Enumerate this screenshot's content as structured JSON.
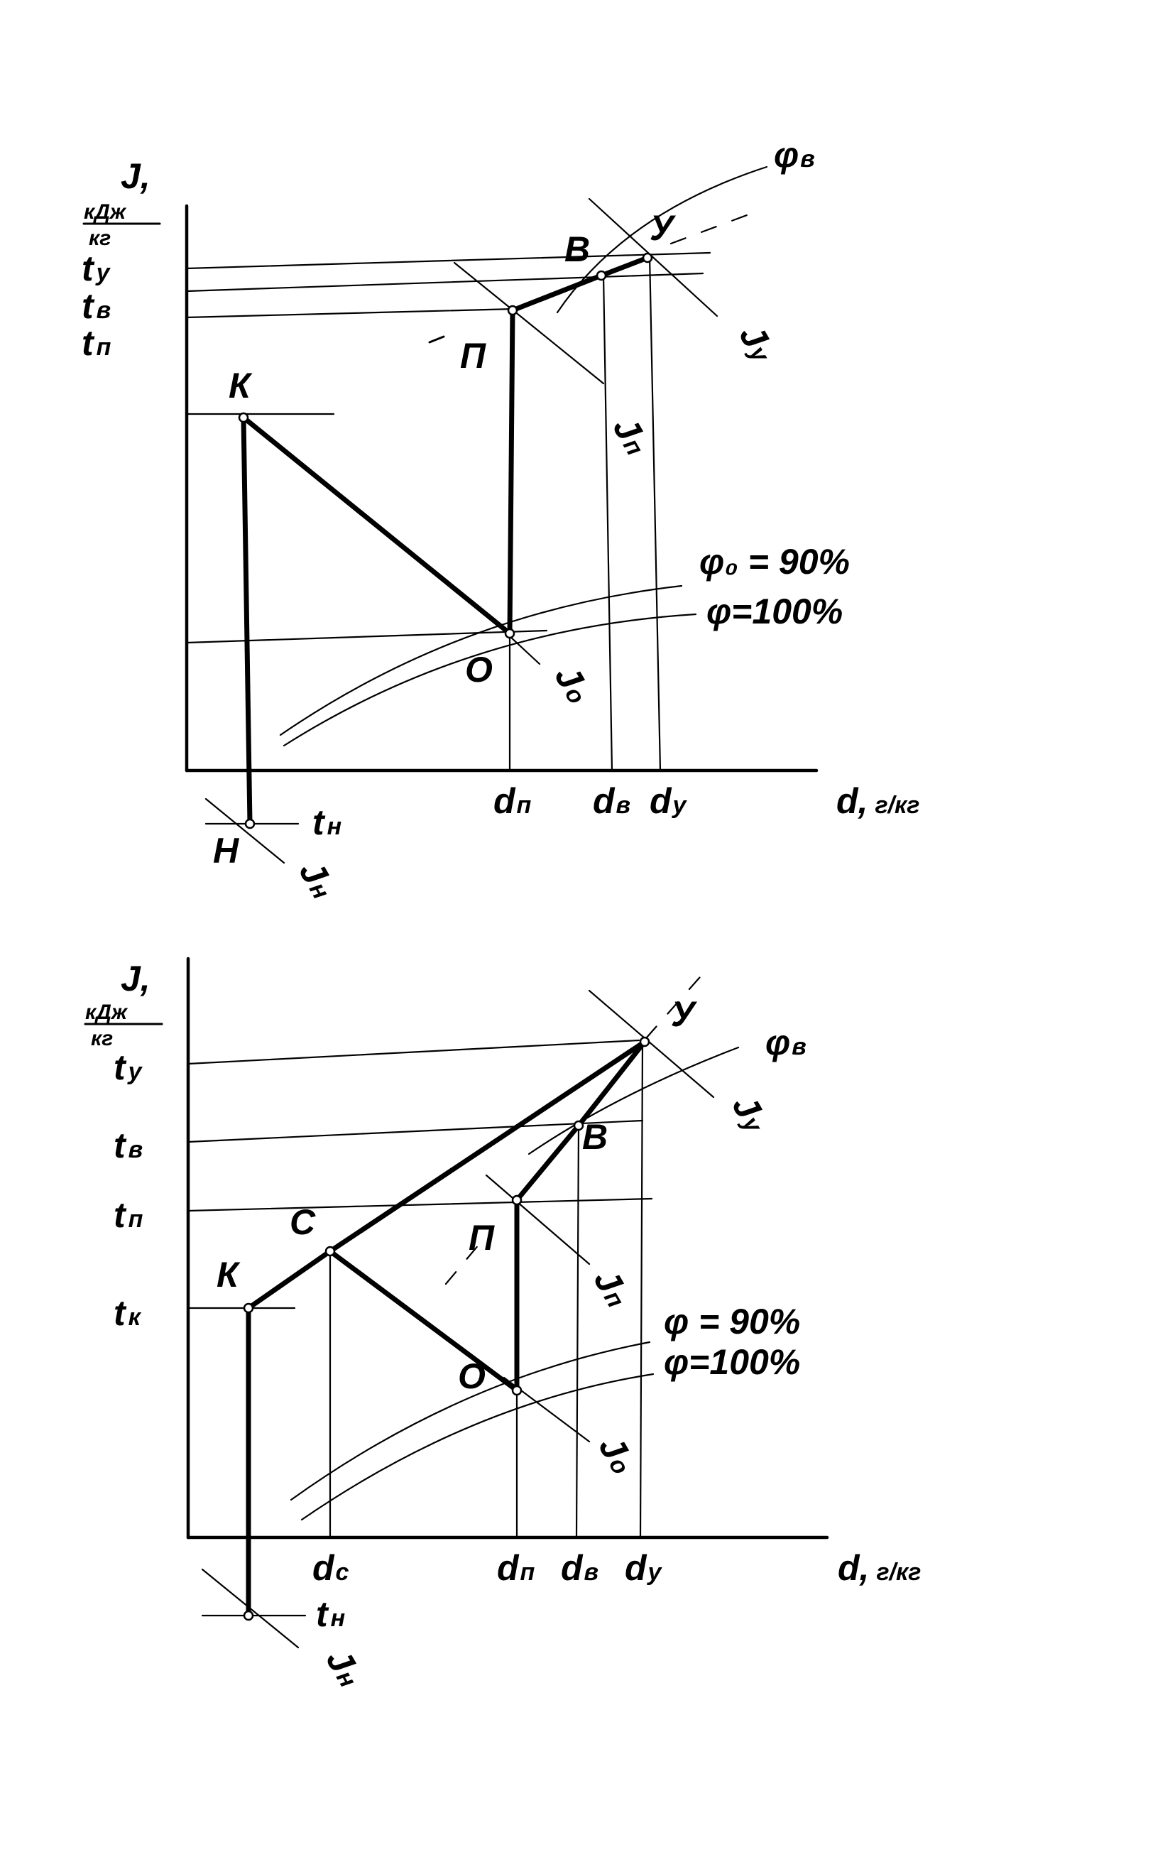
{
  "diagram1": {
    "y_axis": {
      "symbol": "J,",
      "unit_num": "кДж",
      "unit_den": "кг"
    },
    "x_axis": {
      "symbol": "d,",
      "unit": "г/кг"
    },
    "t_labels": {
      "ty": {
        "t": "t",
        "s": "у"
      },
      "tv": {
        "t": "t",
        "s": "в"
      },
      "tp": {
        "t": "t",
        "s": "п"
      },
      "tn": {
        "t": "t",
        "s": "н"
      }
    },
    "d_labels": {
      "dp": {
        "d": "d",
        "s": "п"
      },
      "dv": {
        "d": "d",
        "s": "в"
      },
      "dy": {
        "d": "d",
        "s": "у"
      }
    },
    "points": {
      "K": "К",
      "P": "П",
      "B": "В",
      "Y": "У",
      "O": "О",
      "H": "Н"
    },
    "enthalpy": {
      "Jp": {
        "j": "J",
        "s": "п"
      },
      "Jy": {
        "j": "J",
        "s": "у"
      },
      "Jo": {
        "j": "J",
        "s": "о"
      },
      "Jn": {
        "j": "J",
        "s": "н"
      }
    },
    "curves": {
      "phi_v": {
        "p": "φ",
        "s": "в"
      },
      "phi_o": "φ₀ = 90%",
      "phi_100": "φ=100%"
    }
  },
  "diagram2": {
    "y_axis": {
      "symbol": "J,",
      "unit_num": "кДж",
      "unit_den": "кг"
    },
    "x_axis": {
      "symbol": "d,",
      "unit": "г/кг"
    },
    "t_labels": {
      "ty": {
        "t": "t",
        "s": "у"
      },
      "tv": {
        "t": "t",
        "s": "в"
      },
      "tp": {
        "t": "t",
        "s": "п"
      },
      "tk": {
        "t": "t",
        "s": "к"
      },
      "tn": {
        "t": "t",
        "s": "н"
      }
    },
    "d_labels": {
      "dc": {
        "d": "d",
        "s": "с"
      },
      "dp": {
        "d": "d",
        "s": "п"
      },
      "dv": {
        "d": "d",
        "s": "в"
      },
      "dy": {
        "d": "d",
        "s": "у"
      }
    },
    "points": {
      "K": "К",
      "C": "С",
      "P": "П",
      "B": "В",
      "Y": "У",
      "O": "О"
    },
    "enthalpy": {
      "Jp": {
        "j": "J",
        "s": "п"
      },
      "Jy": {
        "j": "J",
        "s": "у"
      },
      "Jo": {
        "j": "J",
        "s": "о"
      },
      "Jn": {
        "j": "J",
        "s": "н"
      }
    },
    "curves": {
      "phi_v": {
        "p": "φ",
        "s": "в"
      },
      "phi_90": "φ = 90%",
      "phi_100": "φ=100%"
    }
  }
}
